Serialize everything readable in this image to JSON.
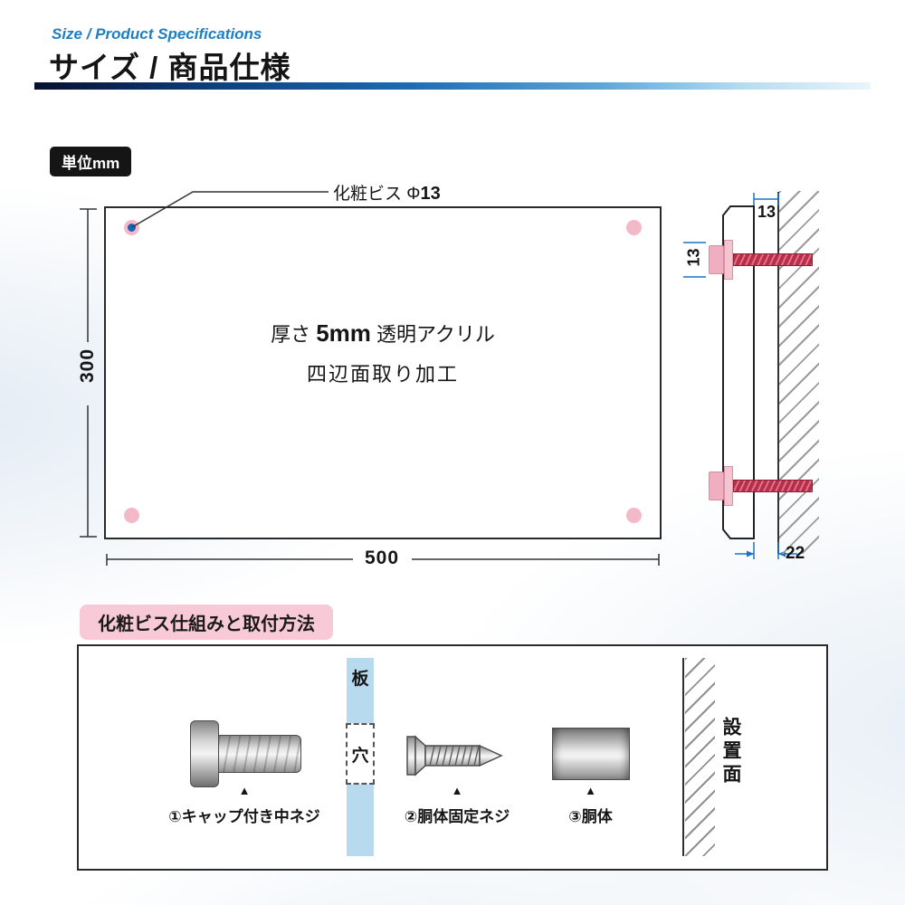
{
  "colors": {
    "accent_blue": "#1c7fc4",
    "dimension_blue": "#1b72c8",
    "corner_dot_pink": "#f4b9c8",
    "screw_red": "#b82e48",
    "badge_pink": "#f8c9d6",
    "plate_blue": "#b7daee",
    "badge_black": "#151515"
  },
  "header": {
    "subtitle_en": "Size / Product Specifications",
    "title_jp": "サイズ / 商品仕様"
  },
  "unit_badge": "単位mm",
  "front_view": {
    "callout_prefix": "化粧ビス Φ",
    "callout_bold": "13",
    "center_prefix": "厚さ ",
    "center_bold": "5mm",
    "center_suffix": " 透明アクリル",
    "center_line2": "四辺面取り加工",
    "dim_height": "300",
    "dim_width": "500"
  },
  "side_view": {
    "dim_top": "13",
    "dim_cap": "13",
    "dim_depth": "22"
  },
  "install": {
    "title": "化粧ビス仕組みと取付方法",
    "plate_label": "板",
    "hole_label": "穴",
    "arrow": "▲",
    "item1_label": "①キャップ付き中ネジ",
    "item2_label": "②胴体固定ネジ",
    "item3_label": "③胴体",
    "wall_label": "設置面"
  }
}
